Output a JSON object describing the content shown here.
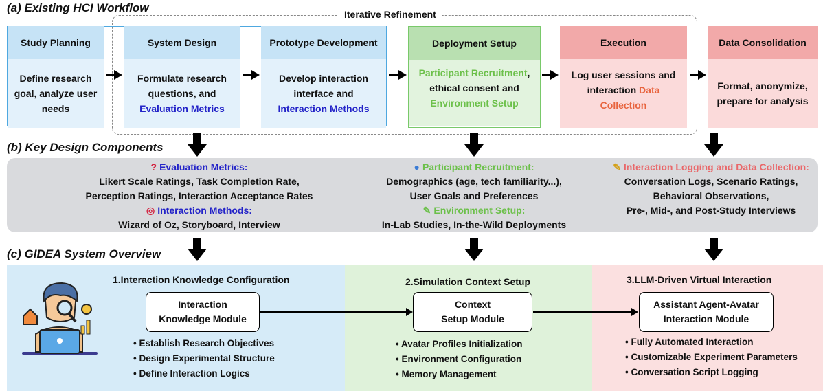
{
  "section_a": {
    "title": "(a) Existing HCI Workflow",
    "iterative_label": "Iterative Refinement"
  },
  "stages": [
    {
      "head": "Study Planning",
      "body": "Define research goal, analyze user needs"
    },
    {
      "head": "System Design",
      "body_1": "Formulate research questions, and",
      "body_hl": "Evaluation Metrics"
    },
    {
      "head": "Prototype Development",
      "body_1": "Develop interaction interface and",
      "body_hl": "Interaction Methods"
    },
    {
      "head": "Deployment Setup",
      "hl_1": "Participant Recruitment",
      "body_mid": ", ethical consent and",
      "hl_2": "Environment Setup"
    },
    {
      "head": "Execution",
      "body_1": "Log user sessions and interaction",
      "body_hl": "Data Collection"
    },
    {
      "head": "Data Consolidation",
      "body": "Format, anonymize, prepare for analysis"
    }
  ],
  "section_b": {
    "title": "(b) Key Design Components",
    "left": {
      "h1": "Evaluation Metrics:",
      "t1": "Likert Scale Ratings, Task Completion Rate,",
      "t2": "Perception Ratings, Interaction Acceptance Rates",
      "h2": "Interaction Methods:",
      "t3": "Wizard of Oz, Storyboard, Interview"
    },
    "middle": {
      "h1": "Participant Recruitment:",
      "t1": "Demographics (age, tech familiarity...),",
      "t2": "User Goals and Preferences",
      "h2": "Environment Setup:",
      "t3": "In-Lab Studies, In-the-Wild Deployments"
    },
    "right": {
      "h1": "Interaction Logging and Data Collection:",
      "t1": "Conversation Logs, Scenario Ratings,",
      "t2": "Behavioral Observations,",
      "t3": "Pre-, Mid-, and Post-Study Interviews"
    }
  },
  "section_c": {
    "title": "(c) GIDEA System Overview",
    "panels": [
      {
        "title": "1.Interaction Knowledge Configuration",
        "module_1": "Interaction",
        "module_2": "Knowledge Module",
        "bullets": [
          "Establish Research Objectives",
          "Design Experimental Structure",
          "Define Interaction Logics"
        ]
      },
      {
        "title": "2.Simulation Context Setup",
        "module_1": "Context",
        "module_2": "Setup Module",
        "bullets": [
          "Avatar Profiles Initialization",
          "Environment Configuration",
          "Memory Management"
        ]
      },
      {
        "title": "3.LLM-Driven Virtual Interaction",
        "module_1": "Assistant Agent-Avatar",
        "module_2": "Interaction Module",
        "bullets": [
          "Fully Automated Interaction",
          "Customizable Experiment Parameters",
          "Conversation Script Logging"
        ]
      }
    ]
  },
  "colors": {
    "blue_head": "#c6e3f6",
    "blue_body": "#e3f1fb",
    "blue_border": "#4ea8e0",
    "green_head": "#b9e0b1",
    "green_body": "#e2f3de",
    "green_border": "#79c96a",
    "red_head": "#f2a9a9",
    "red_body": "#fbdada",
    "accent_blue": "#2323c8",
    "accent_green": "#6cc04a",
    "accent_red": "#e9686a"
  },
  "icons": [
    "question-mark-icon",
    "target-icon",
    "person-icon",
    "pencil-icon",
    "memo-icon",
    "researcher-illustration-icon"
  ]
}
